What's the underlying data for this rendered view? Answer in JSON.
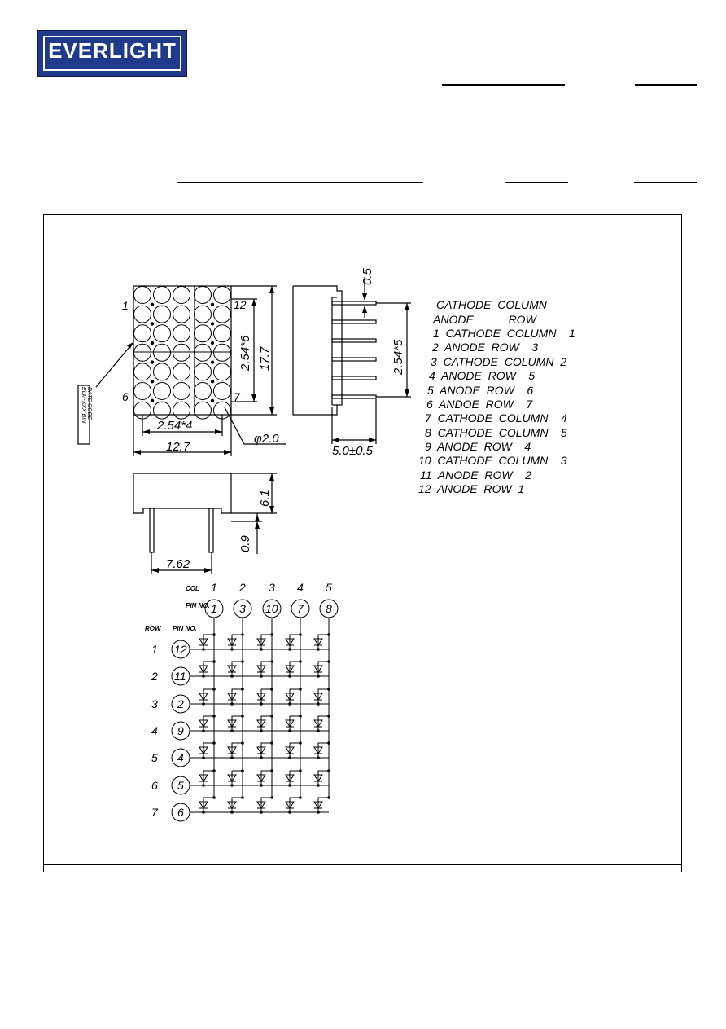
{
  "logo": {
    "text": "EVERLIGHT"
  },
  "drawing": {
    "top_view": {
      "pin_label_1": "1",
      "pin_label_12": "12",
      "pin_label_6": "6",
      "pin_label_7": "7",
      "dim_col_pitch": "2.54*4",
      "dim_width": "12.7",
      "dim_row_pitch": "2.54*6",
      "dim_height": "17.7",
      "dim_dot_dia": "φ2.0",
      "label_box_lines": [
        "ELM-XXX BIN",
        "DATE CODE"
      ]
    },
    "side_view": {
      "dim_pin_thickness": "0.5",
      "dim_pin_pitch": "2.54*5",
      "dim_pin_length": "5.0±0.5"
    },
    "bottom_view": {
      "dim_body_height": "6.1",
      "dim_standoff": "0.9",
      "dim_row_spacing": "7.62"
    },
    "pin_legend": {
      "header_1": "CATHODE  COLUMN",
      "header_2": "ANODE           ROW",
      "rows": [
        "1  CATHODE  COLUMN    1",
        "2  ANODE  ROW    3",
        "3  CATHODE  COLUMN  2",
        "4  ANODE  ROW    5",
        "5  ANODE  ROW    6",
        "6  ANDOE  ROW    7",
        "7  CATHODE  COLUMN    4",
        "8  CATHODE  COLUMN    5",
        "9  ANODE  ROW    4",
        "10  CATHODE  COLUMN    3",
        "11  ANODE  ROW    2",
        "12  ANODE  ROW  1"
      ]
    },
    "circuit": {
      "col_label": "COL",
      "pin_no_label": "PIN NO.",
      "row_label": "ROW",
      "columns": [
        "1",
        "2",
        "3",
        "4",
        "5"
      ],
      "column_pins": [
        "1",
        "3",
        "10",
        "7",
        "8"
      ],
      "rows": [
        "1",
        "2",
        "3",
        "4",
        "5",
        "6",
        "7"
      ],
      "row_pins": [
        "12",
        "11",
        "2",
        "9",
        "4",
        "5",
        "6"
      ]
    }
  }
}
